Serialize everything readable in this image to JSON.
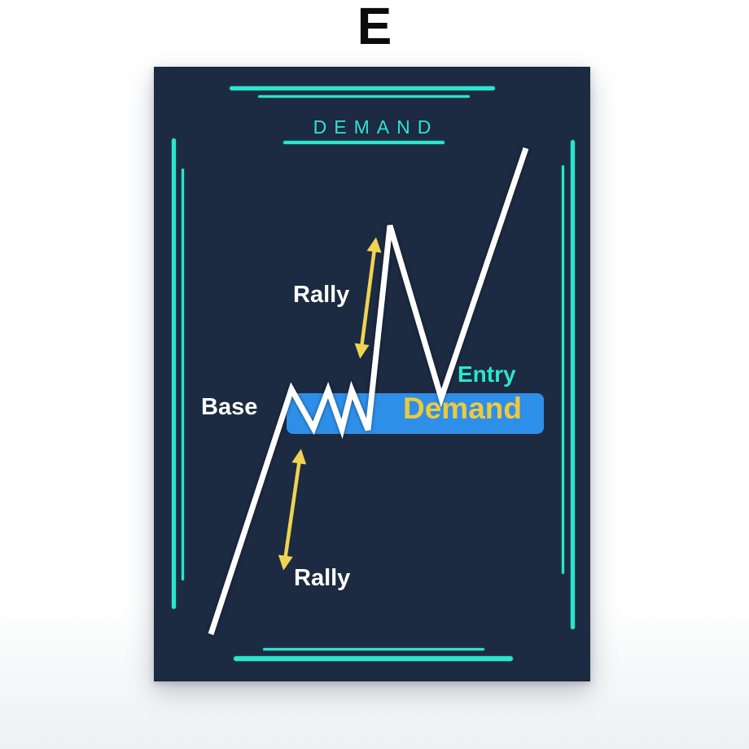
{
  "header": {
    "letter": "E"
  },
  "poster": {
    "title": "DEMAND",
    "labels": {
      "rally_top": "Rally",
      "rally_bottom": "Rally",
      "base": "Base",
      "entry": "Entry",
      "demand_zone": "Demand"
    },
    "colors": {
      "background_navy": "#1c2a42",
      "frame_teal": "#2be5cd",
      "title_teal": "#2fe2d3",
      "price_line_white": "#ffffff",
      "zone_blue": "#2e8fe8",
      "demand_text_yellow": "#eec93e",
      "arrow_yellow": "#f0d352",
      "letter_black": "#0b0b0b",
      "page_white": "#ffffff"
    },
    "icons": {
      "rally_arrow_top": "double-headed-arrow",
      "rally_arrow_bottom": "double-headed-arrow"
    }
  },
  "diagram": {
    "type": "price-action-schematic",
    "pattern": "Rally - Base - Rally (demand zone)",
    "price_path_points": "70,697 169,396 196,444 214,397 231,445 243,397 263,446 290,195 353,407 457,100"
  }
}
